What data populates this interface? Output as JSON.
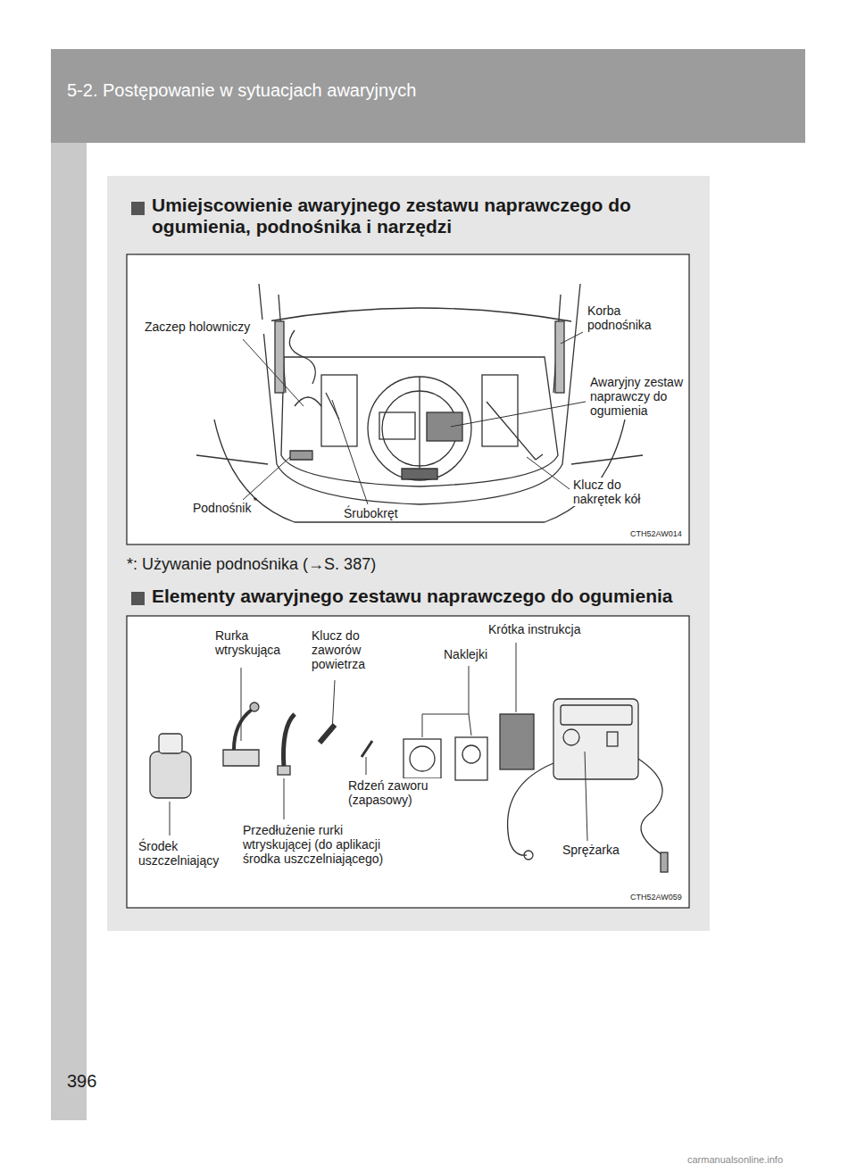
{
  "diagram": {
    "title": "5-2. Postępowanie w sytuacjach awaryjnych",
    "labels": [
      "Umiejscowienie awaryjnego zestawu naprawczego do ogumienia, podnośnika i narzędzi",
      "Zaczep holowniczy",
      "Korba podnośnika",
      "Awaryjny zestaw naprawczy do ogumienia",
      "Klucz do nakrętek kół",
      "Podnośnik",
      "*",
      "Śrubokręt",
      "CTH52AW014",
      "*: Używanie podnośnika (→S. 387)",
      "Elementy awaryjnego zestawu naprawczego do ogumienia",
      "Rurka wtryskująca",
      "Klucz do zaworów powietrza",
      "Krótka instrukcja",
      "Naklejki",
      "Rdzeń zaworu (zapasowy)",
      "Przedłużenie rurki wtryskującej (do aplikacji środka uszczelniającego)",
      "Środek uszczelniający",
      "Sprężarka",
      "CTH52AW059",
      "396",
      "carmanualsonline.info"
    ]
  }
}
